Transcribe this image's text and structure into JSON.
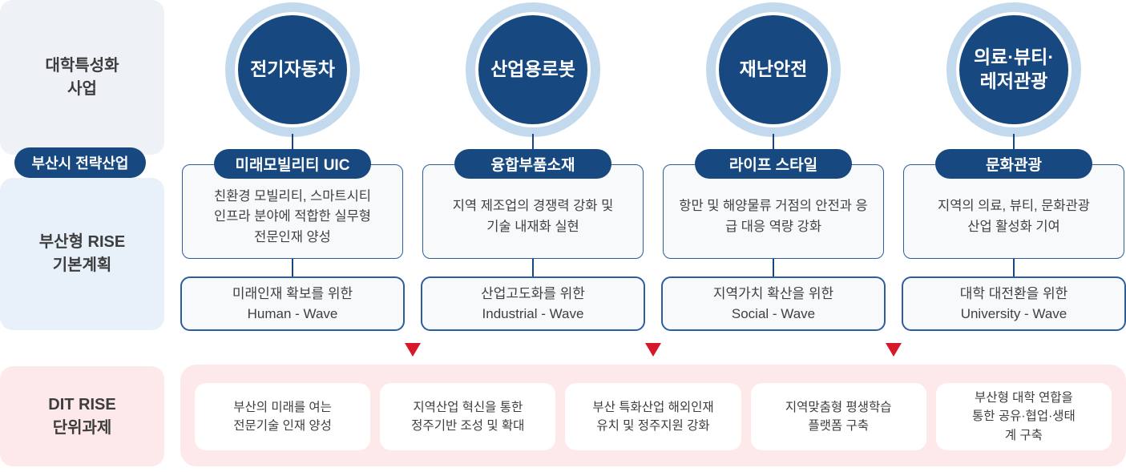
{
  "colors": {
    "navy": "#17487f",
    "circle_ring_blue": "#c3d9ee",
    "box_border_blue": "#2b5d9f",
    "arrow_red": "#d7182a",
    "label_gray_bg": "#eef1f6",
    "label_blue_bg": "#e8f1fa",
    "pink_bg": "#fde9e9"
  },
  "left_labels": {
    "university_program": "대학특성화\n사업",
    "strategy_pill": "부산시 전략산업",
    "rise_plan": "부산형 RISE\n기본계획",
    "dit_task": "DIT RISE\n단위과제"
  },
  "columns": [
    {
      "circle": "전기자동차",
      "pill": "미래모빌리티 UIC",
      "description": "친환경 모빌리티, 스마트시티\n인프라 분야에 적합한 실무형\n전문인재 양성",
      "wave": "미래인재 확보를 위한\nHuman - Wave"
    },
    {
      "circle": "산업용로봇",
      "pill": "융합부품소재",
      "description": "지역 제조업의 경쟁력 강화 및\n기술 내재화 실현",
      "wave": "산업고도화를 위한\nIndustrial - Wave"
    },
    {
      "circle": "재난안전",
      "pill": "라이프 스타일",
      "description": "항만 및 해양물류 거점의 안전과 응\n급 대응 역량 강화",
      "wave": "지역가치 확산을 위한\nSocial - Wave"
    },
    {
      "circle": "의료·뷰티·\n레저관광",
      "pill": "문화관광",
      "description": "지역의 의료, 뷰티, 문화관광\n산업 활성화 기여",
      "wave": "대학 대전환을 위한\nUniversity - Wave"
    }
  ],
  "tasks": [
    "부산의 미래를 여는\n전문기술 인재 양성",
    "지역산업 혁신을 통한\n정주기반 조성 및 확대",
    "부산 특화산업 해외인재\n유치 및 정주지원 강화",
    "지역맞춤형 평생학습\n플랫폼 구축",
    "부산형 대학 연합을\n통한 공유·협업·생태\n계 구축"
  ]
}
